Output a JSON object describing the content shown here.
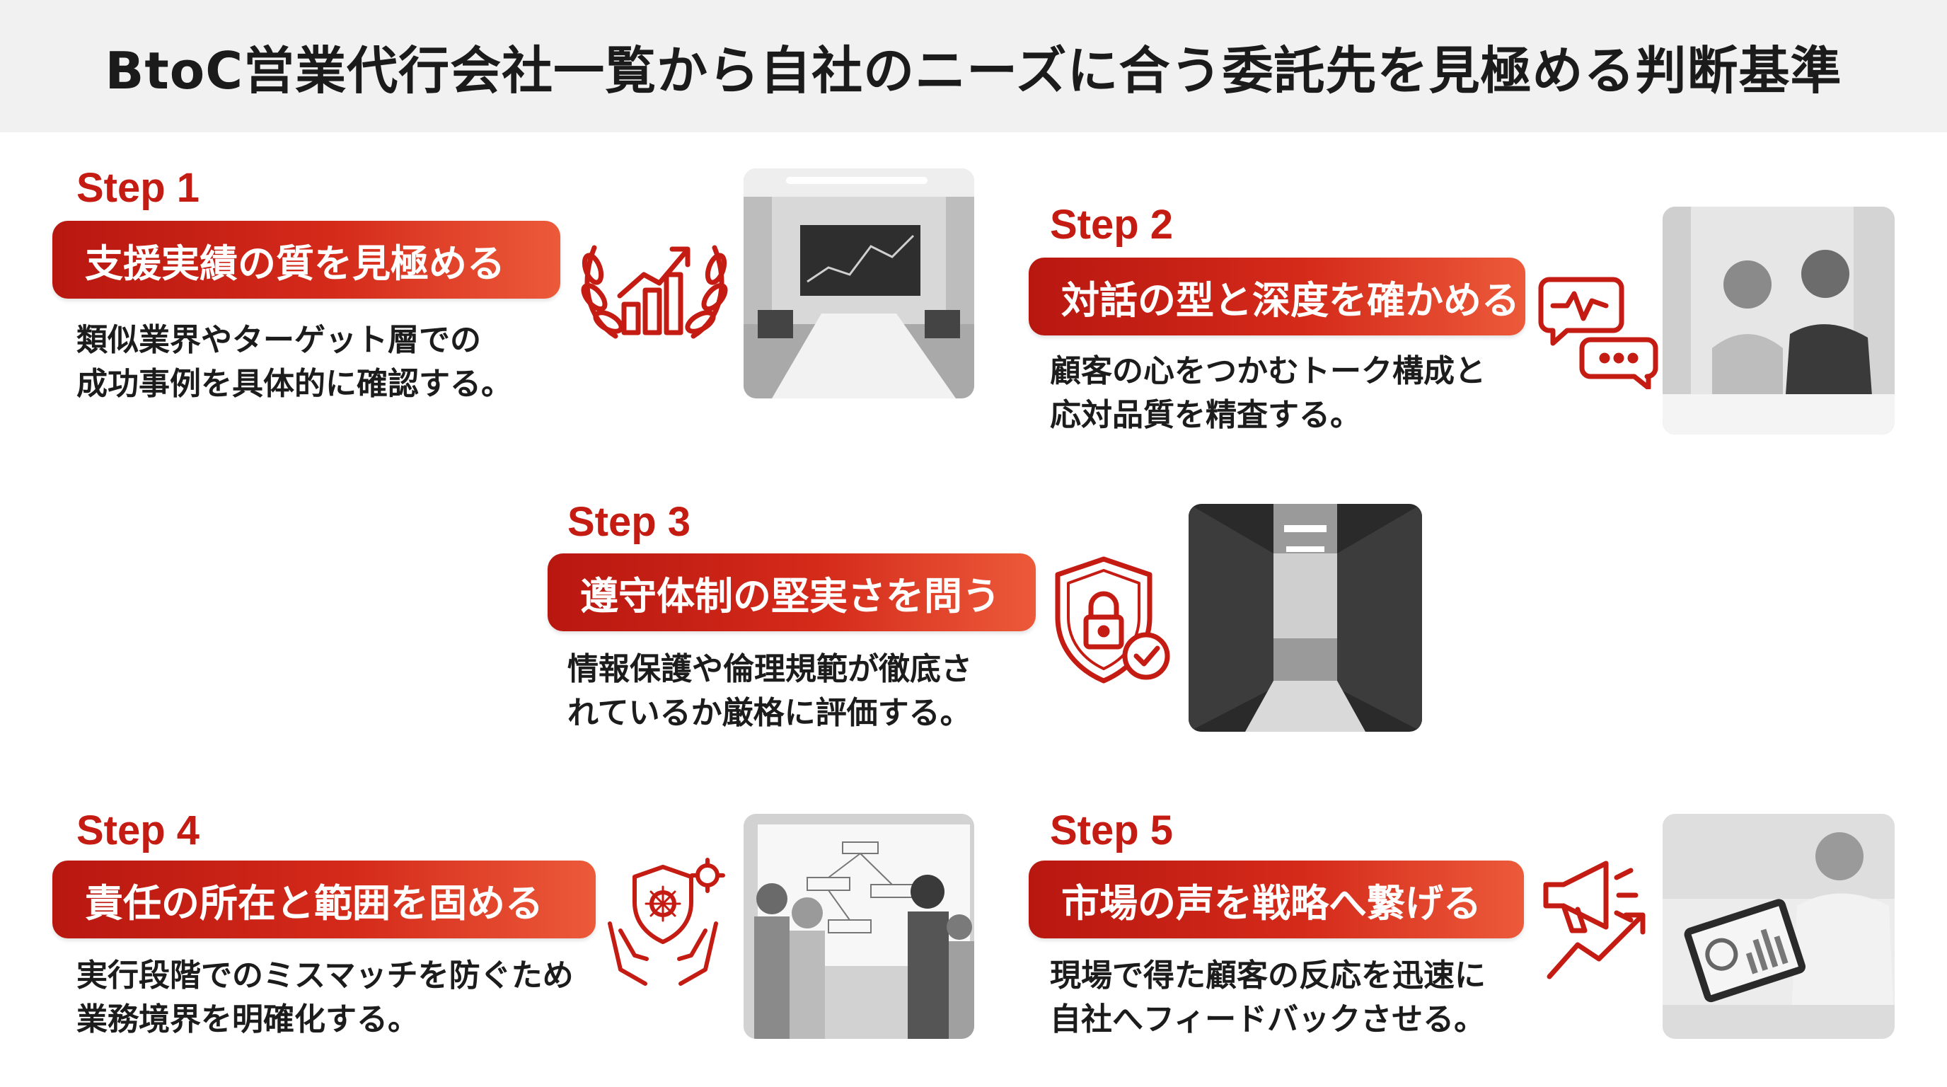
{
  "title": "BtoC営業代行会社一覧から自社のニーズに合う委託先を見極める判断基準",
  "steps": [
    {
      "label": "Step 1",
      "heading": "支援実績の質を見極める",
      "desc1": "類似業界やターゲット層での",
      "desc2": "成功事例を具体的に確認する。",
      "icon": "growth-chart-laurel-icon"
    },
    {
      "label": "Step 2",
      "heading": "対話の型と深度を確かめる",
      "desc1": "顧客の心をつかむトーク構成と",
      "desc2": "応対品質を精査する。",
      "icon": "speech-bubbles-icon"
    },
    {
      "label": "Step 3",
      "heading": "遵守体制の堅実さを問う",
      "desc1": "情報保護や倫理規範が徹底さ",
      "desc2": "れているか厳格に評価する。",
      "icon": "shield-lock-check-icon"
    },
    {
      "label": "Step 4",
      "heading": "責任の所在と範囲を固める",
      "desc1": "実行段階でのミスマッチを防ぐため",
      "desc2": "業務境界を明確化する。",
      "icon": "hands-shield-gear-icon"
    },
    {
      "label": "Step 5",
      "heading": "市場の声を戦略へ繋げる",
      "desc1": "現場で得た顧客の反応を迅速に",
      "desc2": "自社へフィードバックさせる。",
      "icon": "megaphone-arrow-icon"
    }
  ],
  "colors": {
    "accent": "#c41b12",
    "accent_light": "#ec5a3a",
    "header_bg": "#f1f1f1"
  }
}
